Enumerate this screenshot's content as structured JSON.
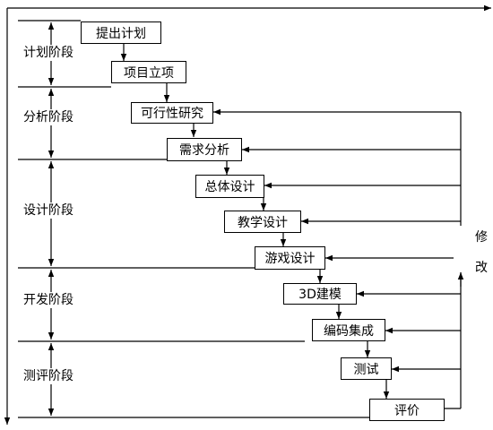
{
  "phases": [
    "计划阶段",
    "分析阶段",
    "设计阶段",
    "开发阶段",
    "测评阶段"
  ],
  "steps": [
    "提出计划",
    "项目立项",
    "可行性研究",
    "需求分析",
    "总体设计",
    "教学设计",
    "游戏设计",
    "3D建模",
    "编码集成",
    "测试",
    "评价"
  ],
  "modify": {
    "char1": "修",
    "char2": "改"
  }
}
